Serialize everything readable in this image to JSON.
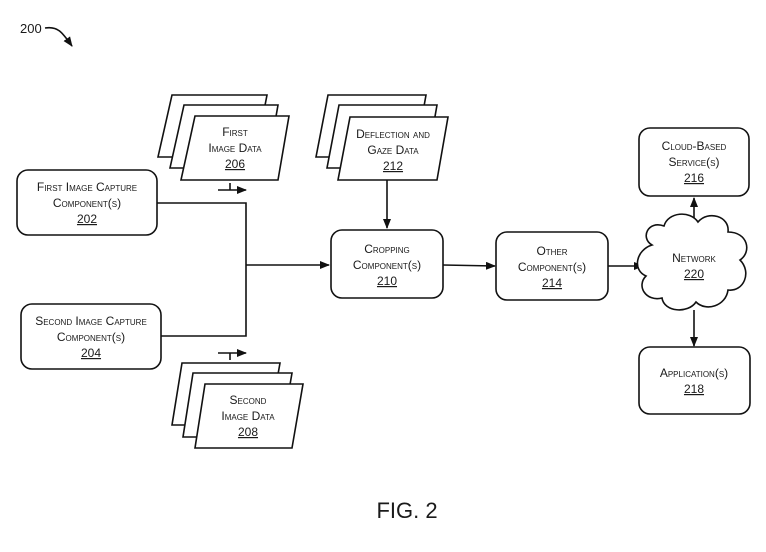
{
  "figure": {
    "reference_number": "200",
    "caption": "FIG. 2"
  },
  "nodes": {
    "first_capture": {
      "line1": "First Image Capture",
      "line2": "Component(s)",
      "ref": "202"
    },
    "second_capture": {
      "line1": "Second Image Capture",
      "line2": "Component(s)",
      "ref": "204"
    },
    "first_image_data": {
      "line1": "First",
      "line2": "Image Data",
      "ref": "206"
    },
    "second_image_data": {
      "line1": "Second",
      "line2": "Image Data",
      "ref": "208"
    },
    "cropping": {
      "line1": "Cropping",
      "line2": "Component(s)",
      "ref": "210"
    },
    "deflection_gaze": {
      "line1": "Deflection and",
      "line2": "Gaze Data",
      "ref": "212"
    },
    "other": {
      "line1": "Other",
      "line2": "Component(s)",
      "ref": "214"
    },
    "cloud_service": {
      "line1": "Cloud-Based",
      "line2": "Service(s)",
      "ref": "216"
    },
    "application": {
      "line1": "Application(s)",
      "ref": "218"
    },
    "network": {
      "line1": "Network",
      "ref": "220"
    }
  },
  "edges": [
    {
      "from": "202",
      "to": "210"
    },
    {
      "from": "204",
      "to": "210"
    },
    {
      "from": "212",
      "to": "210"
    },
    {
      "from": "210",
      "to": "214"
    },
    {
      "from": "214",
      "to": "220"
    },
    {
      "from": "220",
      "to": "216"
    },
    {
      "from": "220",
      "to": "218"
    }
  ]
}
